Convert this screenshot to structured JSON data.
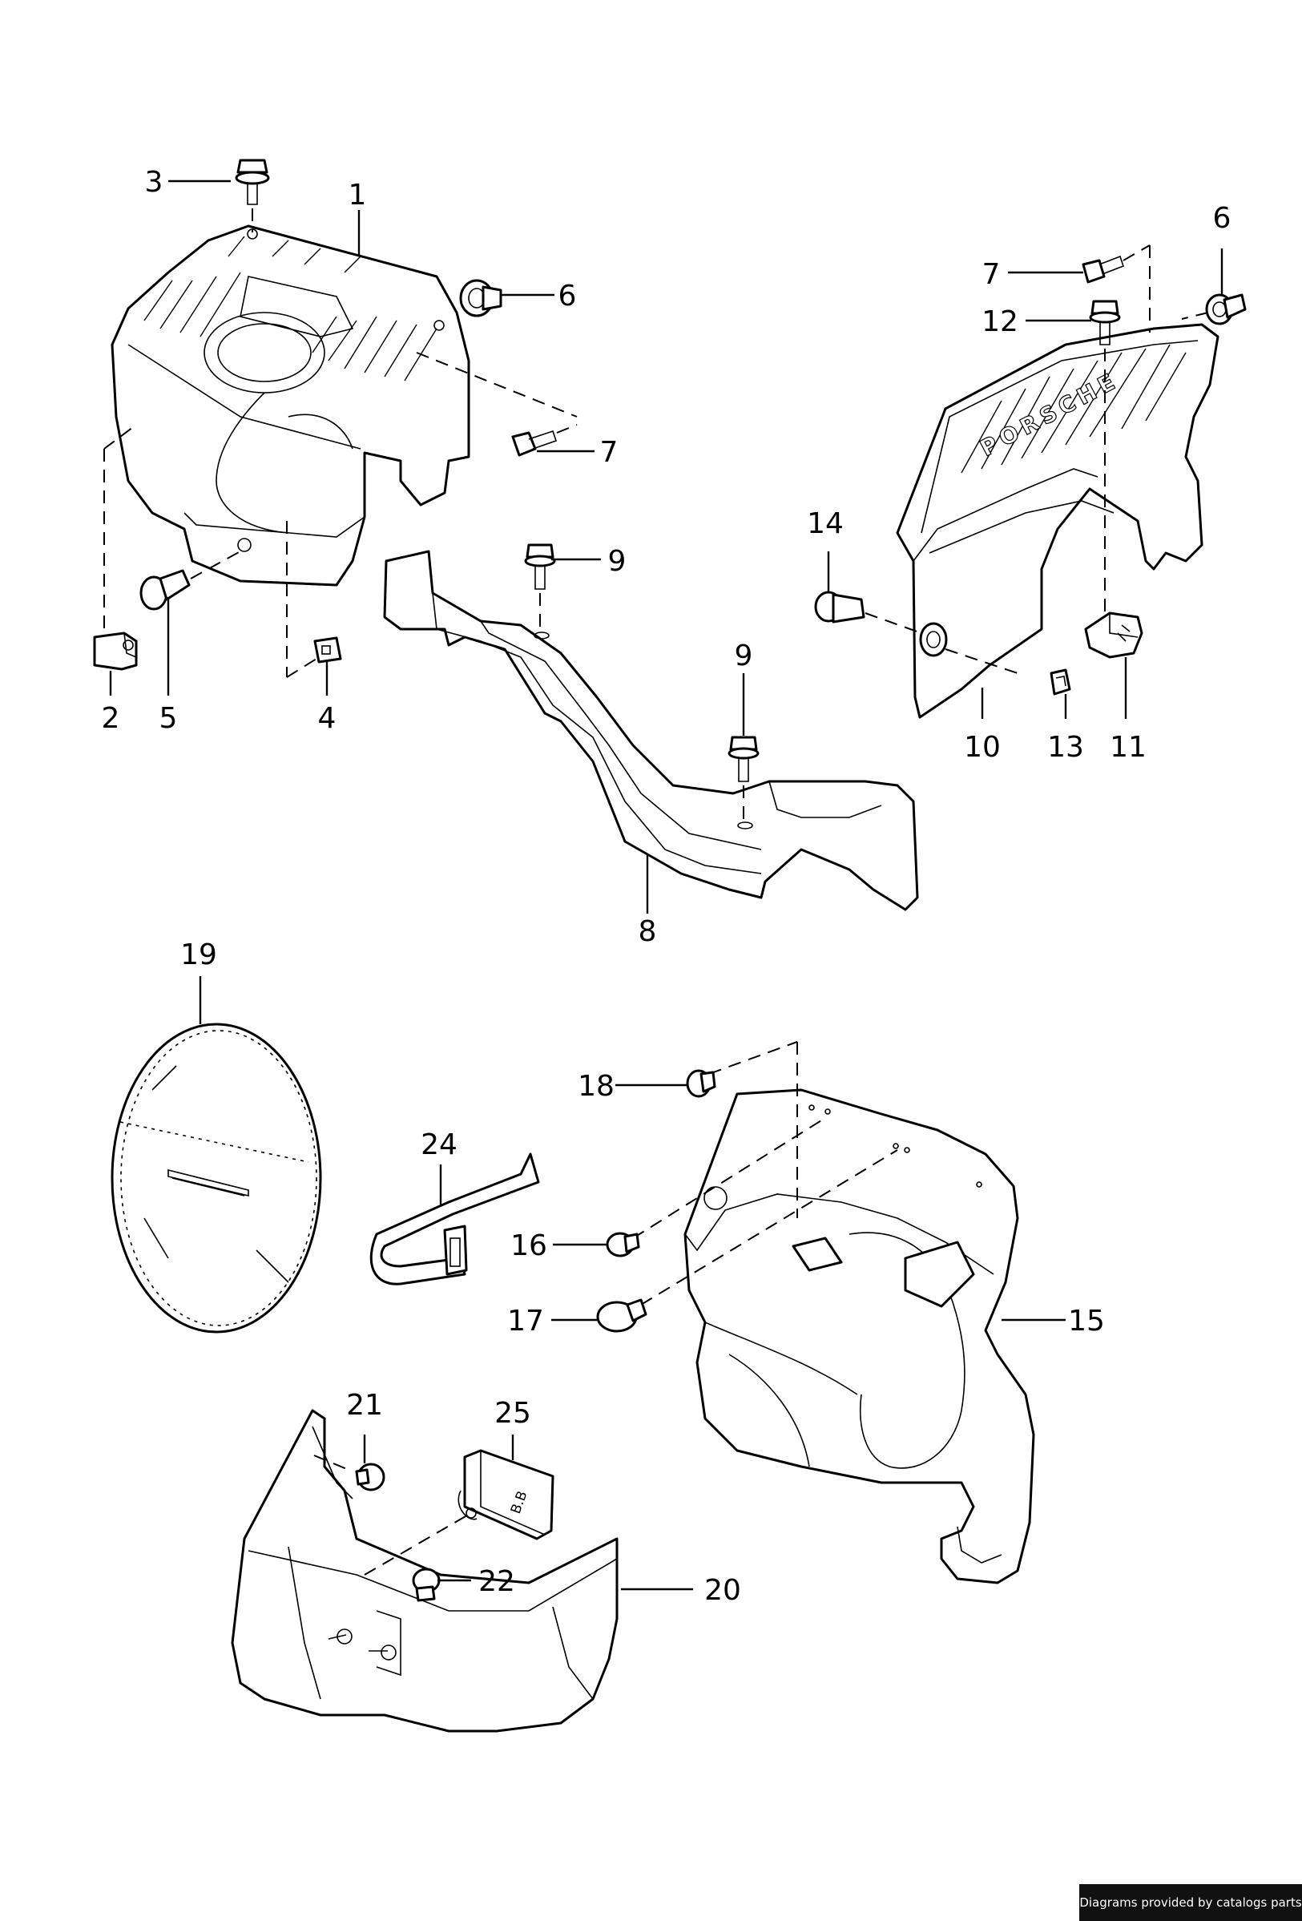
{
  "credit": "Diagrams provided by catalogs parts",
  "callouts": {
    "c1": "1",
    "c2": "2",
    "c3": "3",
    "c4": "4",
    "c5": "5",
    "c6a": "6",
    "c6b": "6",
    "c7a": "7",
    "c7b": "7",
    "c8": "8",
    "c9a": "9",
    "c9b": "9",
    "c10": "10",
    "c11": "11",
    "c12": "12",
    "c13": "13",
    "c14": "14",
    "c15": "15",
    "c16": "16",
    "c17": "17",
    "c18": "18",
    "c19": "19",
    "c20": "20",
    "c21": "21",
    "c22": "22",
    "c24": "24",
    "c25": "25"
  },
  "stamp_text": "PORSCHE",
  "control_label": "B.B"
}
